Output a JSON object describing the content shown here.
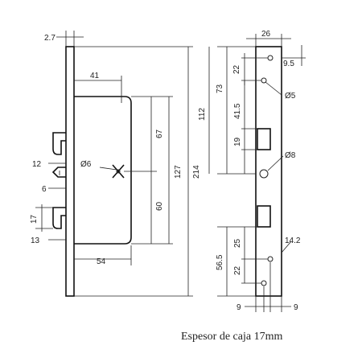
{
  "caption": "Espesor de caja 17mm",
  "left_view": {
    "dims": {
      "faceplate_thickness": "2.7",
      "backset": "41",
      "upper_height": "67",
      "lower_height": "60",
      "body_height": "127",
      "total_height": "214",
      "spindle_diameter": "Ø6",
      "latch_offset": "12",
      "latch_width": "6",
      "hook_height": "17",
      "hook_offset": "13",
      "body_depth": "54"
    }
  },
  "right_view": {
    "dims": {
      "plate_width": "26",
      "edge_offset_top": "9.5",
      "top_screw": "22",
      "hole_diameter_top": "Ø5",
      "span_a": "73",
      "span_b": "41.5",
      "total_span": "112",
      "slot_height": "19",
      "center_hole_diameter": "Ø8",
      "lower_span_a": "25",
      "hole_offset_right": "14.2",
      "lower_span_b": "56.5",
      "bottom_screw": "22",
      "bottom_left": "9",
      "bottom_right": "9"
    }
  }
}
